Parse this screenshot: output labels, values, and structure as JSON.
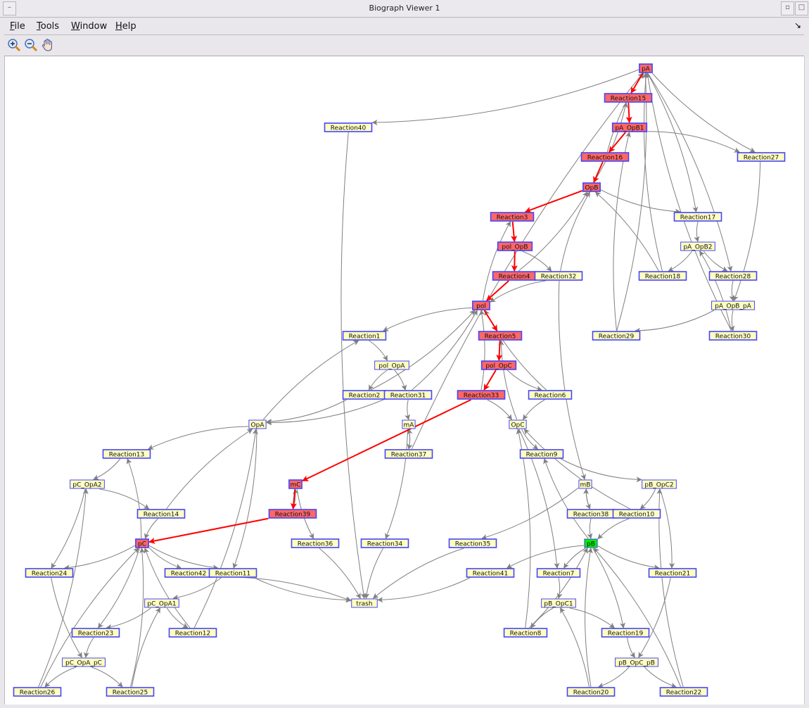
{
  "window": {
    "title": "Biograph Viewer 1",
    "minimize_icon": "minimize-icon",
    "maximize_icon": "maximize-icon"
  },
  "menu": [
    {
      "label": "File",
      "mnemonic": "F",
      "rest": "ile"
    },
    {
      "label": "Tools",
      "mnemonic": "T",
      "rest": "ools"
    },
    {
      "label": "Window",
      "mnemonic": "W",
      "rest": "indow"
    },
    {
      "label": "Help",
      "mnemonic": "H",
      "rest": "elp"
    }
  ],
  "toolbar": [
    "zoom-in-icon",
    "zoom-out-icon",
    "pan-hand-icon"
  ],
  "colors": {
    "default_fill": "#ffffc0",
    "highlight_fill": "#ff6666",
    "target_fill": "#00ee00",
    "node_border": "#4444ff",
    "edge": "#808080",
    "highlight_edge": "#ff0000"
  },
  "graph": {
    "highlighted_nodes": [
      "pA",
      "Reaction15",
      "pA_OpB1",
      "Reaction16",
      "OpB",
      "Reaction3",
      "pol_OpB",
      "Reaction4",
      "pol",
      "Reaction5",
      "pol_OpC",
      "Reaction33",
      "mC",
      "Reaction39",
      "pC"
    ],
    "target_nodes": [
      "pB"
    ],
    "nodes": [
      "pA",
      "Reaction15",
      "pA_OpB1",
      "Reaction16",
      "OpB",
      "Reaction40",
      "Reaction27",
      "Reaction17",
      "pA_OpB2",
      "Reaction18",
      "Reaction28",
      "pA_OpB_pA",
      "Reaction29",
      "Reaction30",
      "Reaction3",
      "pol_OpB",
      "Reaction4",
      "Reaction32",
      "pol",
      "Reaction5",
      "pol_OpC",
      "Reaction33",
      "Reaction6",
      "Reaction1",
      "pol_OpA",
      "Reaction2",
      "Reaction31",
      "OpA",
      "mA",
      "Reaction37",
      "OpC",
      "Reaction13",
      "Reaction9",
      "pC_OpA2",
      "mC",
      "mB",
      "pB_OpC2",
      "Reaction14",
      "Reaction39",
      "Reaction38",
      "Reaction10",
      "pC",
      "Reaction36",
      "Reaction34",
      "Reaction35",
      "pB",
      "Reaction24",
      "Reaction42",
      "Reaction11",
      "Reaction41",
      "Reaction7",
      "Reaction21",
      "trash",
      "pC_OpA1",
      "pB_OpC1",
      "Reaction23",
      "Reaction12",
      "Reaction8",
      "Reaction19",
      "pC_OpA_pC",
      "pB_OpC_pB",
      "Reaction26",
      "Reaction25",
      "Reaction20",
      "Reaction22"
    ],
    "highlighted_path": [
      "pA",
      "Reaction15",
      "pA_OpB1",
      "Reaction16",
      "OpB",
      "Reaction3",
      "pol_OpB",
      "Reaction4",
      "pol",
      "Reaction5",
      "pol_OpC",
      "Reaction33",
      "mC",
      "Reaction39",
      "pC"
    ],
    "edges": [
      [
        "pA",
        "Reaction40"
      ],
      [
        "Reaction40",
        "trash"
      ],
      [
        "Reaction16",
        "pA"
      ],
      [
        "OpB",
        "Reaction15"
      ],
      [
        "pA_OpB1",
        "Reaction27"
      ],
      [
        "pA",
        "Reaction27"
      ],
      [
        "Reaction27",
        "pA_OpB_pA"
      ],
      [
        "OpB",
        "Reaction17"
      ],
      [
        "pA",
        "Reaction17"
      ],
      [
        "Reaction17",
        "pA_OpB2"
      ],
      [
        "pA_OpB2",
        "Reaction18"
      ],
      [
        "Reaction18",
        "OpB"
      ],
      [
        "Reaction18",
        "pA"
      ],
      [
        "pA_OpB2",
        "Reaction28"
      ],
      [
        "pA",
        "Reaction28"
      ],
      [
        "Reaction28",
        "pA_OpB_pA"
      ],
      [
        "pA_OpB_pA",
        "Reaction29"
      ],
      [
        "Reaction29",
        "pA"
      ],
      [
        "Reaction29",
        "pA_OpB1"
      ],
      [
        "pA_OpB_pA",
        "Reaction30"
      ],
      [
        "Reaction30",
        "pA"
      ],
      [
        "Reaction30",
        "pA_OpB2"
      ],
      [
        "pol_OpB",
        "Reaction32"
      ],
      [
        "Reaction32",
        "pol"
      ],
      [
        "Reaction32",
        "OpB"
      ],
      [
        "Reaction32",
        "mB"
      ],
      [
        "pol",
        "Reaction3"
      ],
      [
        "Reaction4",
        "OpB"
      ],
      [
        "Reaction37",
        "pA"
      ],
      [
        "pol",
        "Reaction1"
      ],
      [
        "Reaction1",
        "pol_OpA"
      ],
      [
        "pol_OpA",
        "Reaction2"
      ],
      [
        "pol_OpA",
        "Reaction31"
      ],
      [
        "Reaction2",
        "pol"
      ],
      [
        "Reaction2",
        "OpA"
      ],
      [
        "Reaction31",
        "pol"
      ],
      [
        "Reaction31",
        "OpA"
      ],
      [
        "Reaction31",
        "mA"
      ],
      [
        "mA",
        "Reaction37"
      ],
      [
        "Reaction37",
        "mA"
      ],
      [
        "mA",
        "Reaction34"
      ],
      [
        "Reaction34",
        "trash"
      ],
      [
        "OpA",
        "Reaction1"
      ],
      [
        "OpA",
        "Reaction13"
      ],
      [
        "OpA",
        "Reaction11"
      ],
      [
        "Reaction12",
        "OpA"
      ],
      [
        "Reaction14",
        "OpA"
      ],
      [
        "pol_OpC",
        "Reaction6"
      ],
      [
        "Reaction6",
        "pol"
      ],
      [
        "Reaction6",
        "OpC"
      ],
      [
        "Reaction33",
        "OpC"
      ],
      [
        "Reaction33",
        "pol"
      ],
      [
        "OpC",
        "Reaction5"
      ],
      [
        "OpC",
        "Reaction9"
      ],
      [
        "OpC",
        "Reaction7"
      ],
      [
        "Reaction8",
        "OpC"
      ],
      [
        "Reaction10",
        "OpC"
      ],
      [
        "mC",
        "Reaction36"
      ],
      [
        "Reaction36",
        "trash"
      ],
      [
        "Reaction39",
        "mC"
      ],
      [
        "Reaction13",
        "pC_OpA2"
      ],
      [
        "pC",
        "Reaction13"
      ],
      [
        "pC_OpA2",
        "Reaction14"
      ],
      [
        "Reaction14",
        "pC"
      ],
      [
        "pC_OpA2",
        "Reaction24"
      ],
      [
        "Reaction24",
        "pC_OpA_pC"
      ],
      [
        "pC",
        "Reaction24"
      ],
      [
        "pC",
        "Reaction42"
      ],
      [
        "Reaction42",
        "trash"
      ],
      [
        "pC",
        "Reaction11"
      ],
      [
        "Reaction11",
        "pC_OpA1"
      ],
      [
        "Reaction11",
        "trash"
      ],
      [
        "pC_OpA1",
        "Reaction23"
      ],
      [
        "pC_OpA1",
        "Reaction12"
      ],
      [
        "Reaction12",
        "pC"
      ],
      [
        "Reaction23",
        "pC_OpA_pC"
      ],
      [
        "pC",
        "Reaction23"
      ],
      [
        "pC_OpA_pC",
        "Reaction26"
      ],
      [
        "pC_OpA_pC",
        "Reaction25"
      ],
      [
        "Reaction26",
        "pC_OpA2"
      ],
      [
        "Reaction26",
        "pC"
      ],
      [
        "Reaction25",
        "pC"
      ],
      [
        "Reaction25",
        "pC_OpA1"
      ],
      [
        "Reaction9",
        "pB_OpC2"
      ],
      [
        "pB",
        "Reaction9"
      ],
      [
        "mB",
        "Reaction38"
      ],
      [
        "Reaction38",
        "mB"
      ],
      [
        "Reaction38",
        "pB"
      ],
      [
        "mB",
        "Reaction35"
      ],
      [
        "Reaction35",
        "trash"
      ],
      [
        "pB_OpC2",
        "Reaction10"
      ],
      [
        "Reaction10",
        "pB"
      ],
      [
        "pB_OpC2",
        "Reaction21"
      ],
      [
        "pB",
        "Reaction21"
      ],
      [
        "Reaction21",
        "pB_OpC_pB"
      ],
      [
        "pB",
        "Reaction41"
      ],
      [
        "Reaction41",
        "trash"
      ],
      [
        "pB",
        "Reaction7"
      ],
      [
        "Reaction7",
        "pB_OpC1"
      ],
      [
        "pB_OpC1",
        "Reaction8"
      ],
      [
        "pB_OpC1",
        "Reaction19"
      ],
      [
        "Reaction8",
        "pB"
      ],
      [
        "pB",
        "Reaction19"
      ],
      [
        "Reaction19",
        "pB_OpC_pB"
      ],
      [
        "pB_OpC_pB",
        "Reaction20"
      ],
      [
        "pB_OpC_pB",
        "Reaction22"
      ],
      [
        "Reaction20",
        "pB"
      ],
      [
        "Reaction20",
        "pB_OpC1"
      ],
      [
        "Reaction22",
        "pB_OpC2"
      ],
      [
        "Reaction22",
        "pB"
      ]
    ]
  }
}
